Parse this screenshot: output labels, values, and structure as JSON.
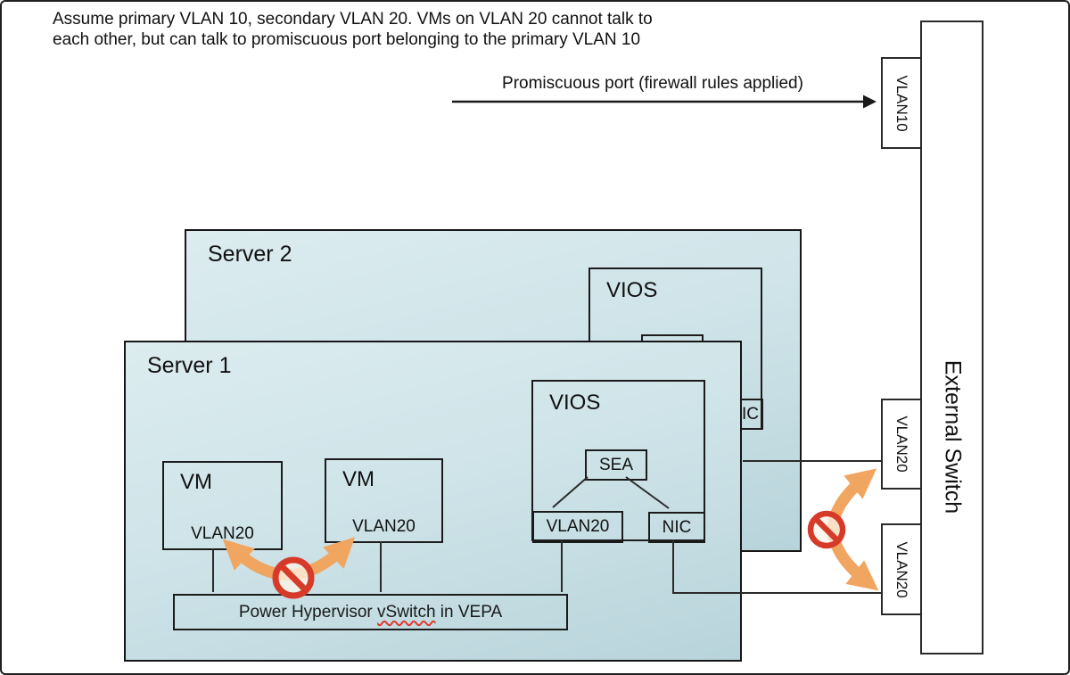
{
  "heading": {
    "line1": "Assume primary VLAN 10, secondary VLAN 20.  VMs on VLAN 20 cannot talk to",
    "line2": "each other, but can talk to promiscuous port belonging to the primary VLAN 10"
  },
  "promiscuous": {
    "label": "Promiscuous port (firewall rules applied)"
  },
  "external_switch": {
    "label": "External Switch"
  },
  "ports": {
    "vlan10": "VLAN10",
    "vlan20_top": "VLAN20",
    "vlan20_bottom": "VLAN20"
  },
  "server2": {
    "title": "Server 2",
    "vios_title": "VIOS",
    "nic_label": "NIC"
  },
  "server1": {
    "title": "Server 1",
    "vm1": {
      "title": "VM",
      "vlan": "VLAN20"
    },
    "vm2": {
      "title": "VM",
      "vlan": "VLAN20"
    },
    "vios": {
      "title": "VIOS",
      "sea": "SEA",
      "vlan": "VLAN20",
      "nic": "NIC"
    },
    "vswitch": {
      "prefix": "Power Hypervisor ",
      "misspelled": "vSwitch",
      "suffix": " in VEPA"
    }
  },
  "colors": {
    "server_fill_top": "#dcecef",
    "server_fill_bottom": "#b8d4db",
    "line": "#2a2a2a",
    "arrow_orange": "#f0a661",
    "no_symbol_red": "#d63b2a"
  }
}
